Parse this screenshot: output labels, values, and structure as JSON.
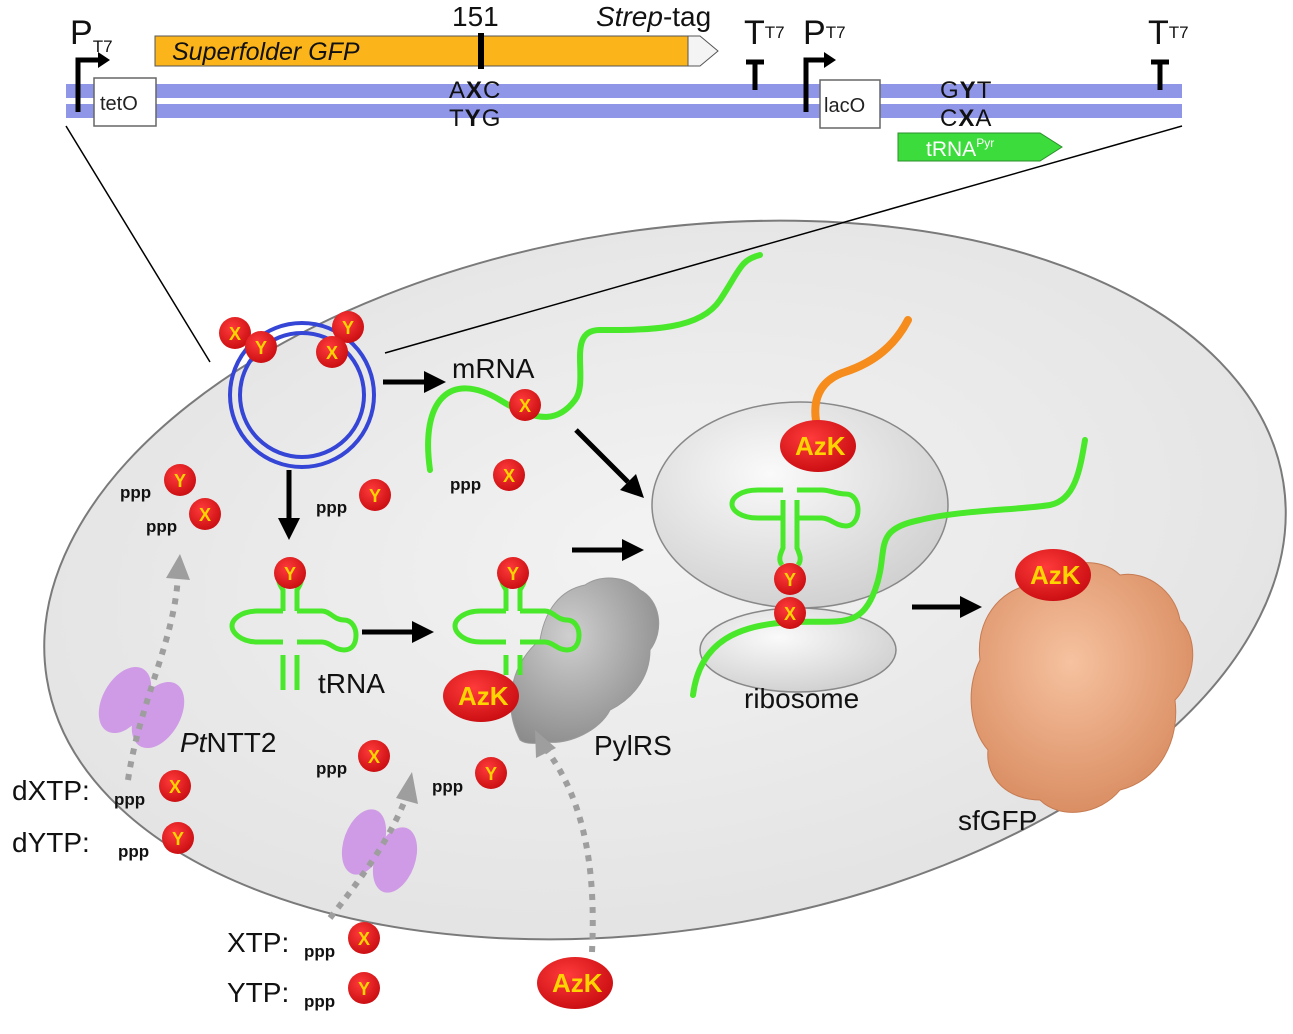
{
  "construct": {
    "promoter_1": {
      "main": "P",
      "sub": "T7"
    },
    "promoter_2": {
      "main": "P",
      "sub": "T7"
    },
    "terminator_1": {
      "main": "T",
      "sub": "T7"
    },
    "terminator_2": {
      "main": "T",
      "sub": "T7"
    },
    "gfp_label": "Superfolder GFP",
    "position_label": "151",
    "strep_italic": "Strep",
    "strep_rest": "-tag",
    "operator_1": "tetO",
    "operator_2": "lacO",
    "codon_top": {
      "a": "A",
      "b": "X",
      "c": "C"
    },
    "codon_bottom": {
      "a": "T",
      "b": "Y",
      "c": "G"
    },
    "anticodon_top": {
      "a": "G",
      "b": "Y",
      "c": "T"
    },
    "anticodon_bottom": {
      "a": "C",
      "b": "X",
      "c": "A"
    },
    "trna_gene": {
      "main": "tRNA",
      "sup": "Pyr"
    }
  },
  "cell": {
    "mrna_label": "mRNA",
    "trna_label": "tRNA",
    "pylrs_label": "PylRS",
    "ribosome_label": "ribosome",
    "sfgfp_label": "sfGFP",
    "transporter_italic": "Pt",
    "transporter_rest": "NTT2",
    "ppp": "ppp",
    "x": "X",
    "y": "Y",
    "azk": "AzK"
  },
  "outside": {
    "dxtp_label": "dXTP:",
    "dytp_label": "dYTP:",
    "xtp_label": "XTP:",
    "ytp_label": "YTP:"
  },
  "colors": {
    "dna": "#8f96e8",
    "gfp": "#fbb41a",
    "trna_gene": "#3ddc3d",
    "nucleotide": "#e8141a",
    "letter": "#ffd400",
    "mrna": "#49e82a",
    "peptide": "#f58c1c",
    "cell_fill": "#ececec",
    "plasmid": "#3545d6",
    "transporter": "#cf9be6",
    "protein": "#e9a27a"
  }
}
